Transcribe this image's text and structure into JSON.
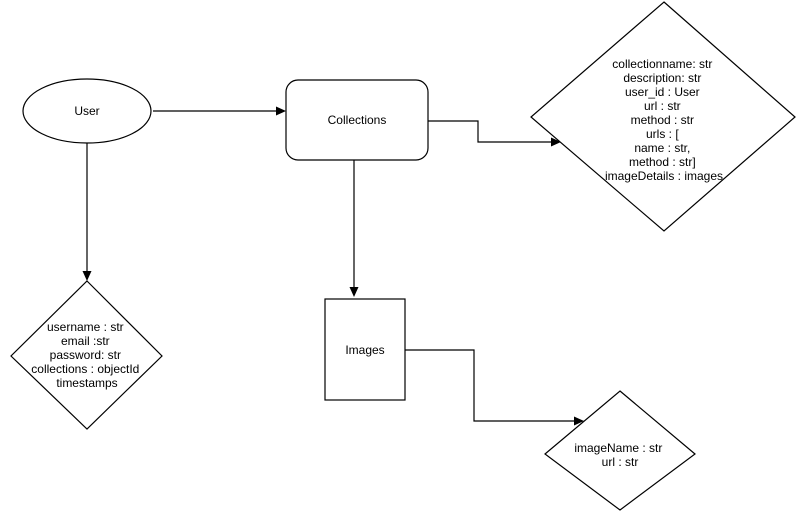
{
  "nodes": {
    "user": {
      "label": [
        "User"
      ]
    },
    "collections": {
      "label": [
        "Collections"
      ]
    },
    "images": {
      "label": [
        "Images"
      ]
    },
    "collections_schema": {
      "label": [
        "collectionname: str",
        "description: str",
        "user_id : User",
        "url : str",
        "method : str",
        "urls : [",
        "name : str,",
        "method : str]",
        "imageDetails : images"
      ]
    },
    "user_schema": {
      "label": [
        "username : str",
        "email :str",
        "password: str",
        "collections : objectId",
        "timestamps"
      ]
    },
    "images_schema": {
      "label": [
        "imageName : str",
        "url : str"
      ]
    }
  }
}
